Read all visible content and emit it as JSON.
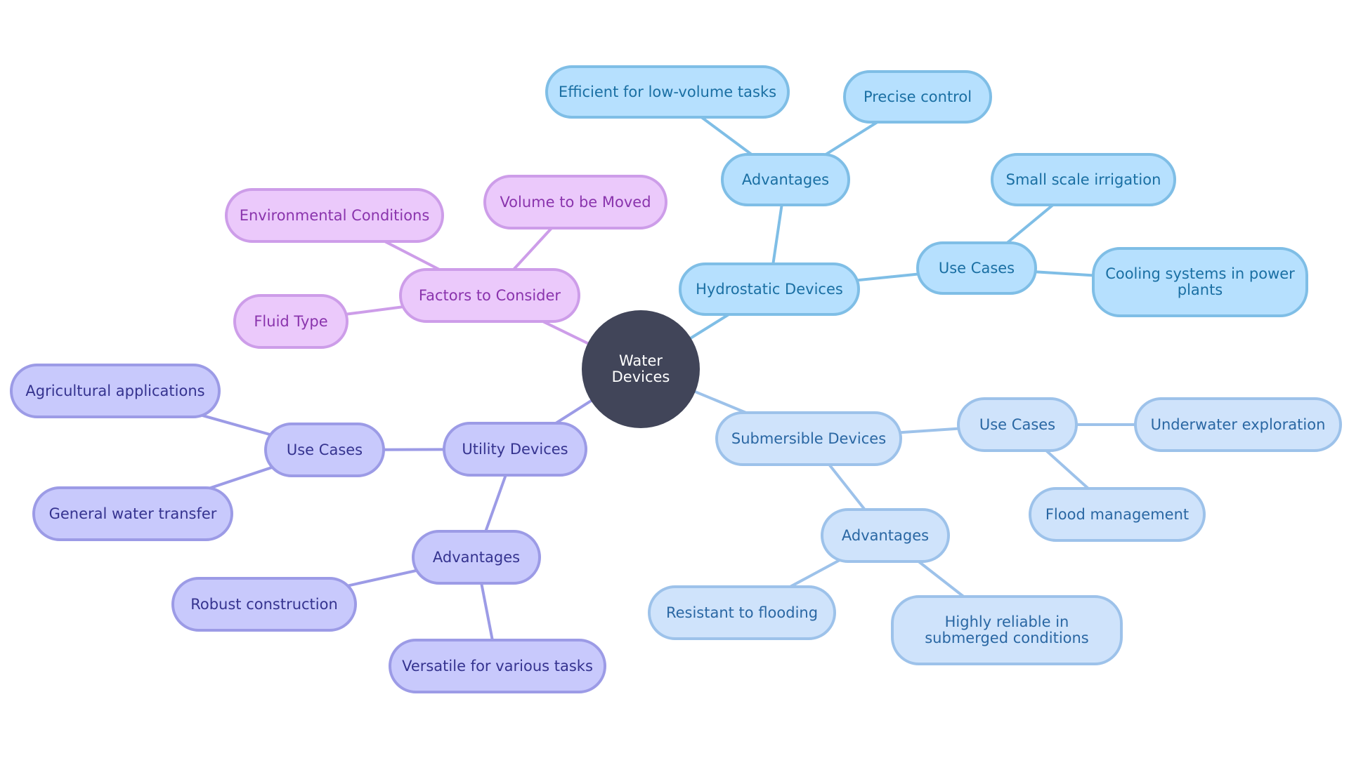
{
  "diagram": {
    "root": {
      "label": "Water Devices",
      "color": "#414559"
    },
    "branches": [
      {
        "key": "hydro",
        "label": "Hydrostatic Devices",
        "color": "#7fbee6",
        "children": [
          {
            "label": "Advantages",
            "children": [
              "Efficient for low-volume tasks",
              "Precise control"
            ]
          },
          {
            "label": "Use Cases",
            "children": [
              "Small scale irrigation",
              "Cooling systems in power plants"
            ]
          }
        ]
      },
      {
        "key": "sub",
        "label": "Submersible Devices",
        "color": "#9dc2ea",
        "children": [
          {
            "label": "Use Cases",
            "children": [
              "Underwater exploration",
              "Flood management"
            ]
          },
          {
            "label": "Advantages",
            "children": [
              "Resistant to flooding",
              "Highly reliable in submerged conditions"
            ]
          }
        ]
      },
      {
        "key": "util",
        "label": "Utility Devices",
        "color": "#9c9be6",
        "children": [
          {
            "label": "Use Cases",
            "children": [
              "Agricultural applications",
              "General water transfer"
            ]
          },
          {
            "label": "Advantages",
            "children": [
              "Robust construction",
              "Versatile for various tasks"
            ]
          }
        ]
      },
      {
        "key": "fact",
        "label": "Factors to Consider",
        "color": "#cd9de9",
        "children": [
          {
            "label": "Environmental Conditions",
            "children": []
          },
          {
            "label": "Volume to be Moved",
            "children": []
          },
          {
            "label": "Fluid Type",
            "children": []
          }
        ]
      }
    ]
  }
}
